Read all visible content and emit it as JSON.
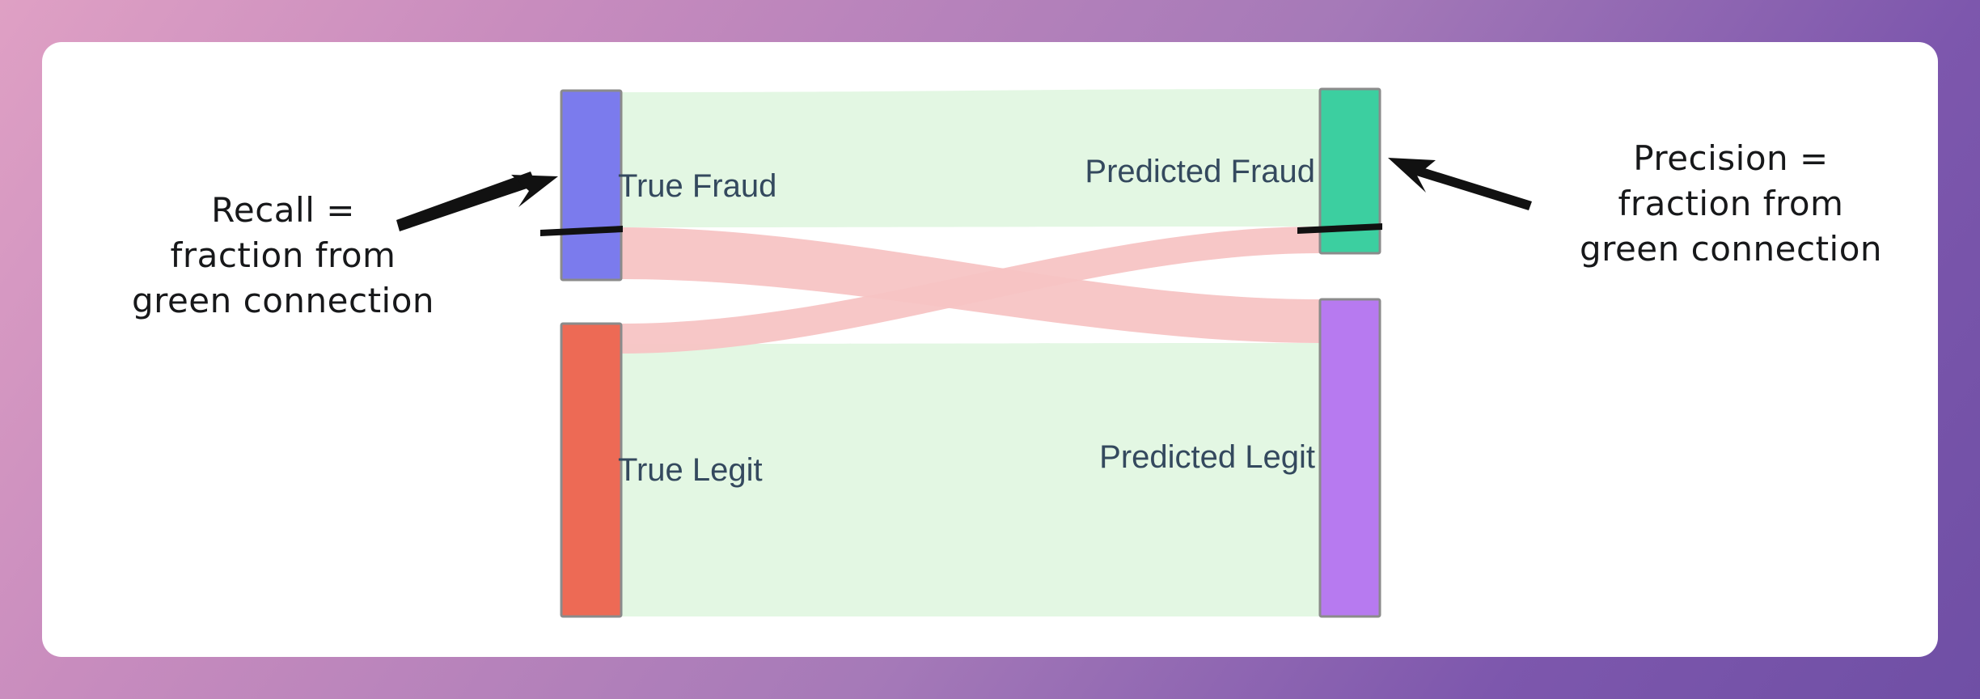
{
  "background": {
    "gradient_from": "#dfa0c4",
    "gradient_to": "#6f4fa5"
  },
  "card": {
    "background": "#ffffff"
  },
  "annotations": {
    "recall": {
      "name": "recall-annotation",
      "text": "Recall =\nfraction from\ngreen connection"
    },
    "precision": {
      "name": "precision-annotation",
      "text": "Precision =\nfraction from\ngreen connection"
    }
  },
  "chart_data": {
    "type": "sankey",
    "title": "",
    "description": "Confusion-matrix Sankey diagram linking true classes to predicted classes",
    "colors": {
      "correct_flow": "#e3f7e3",
      "incorrect_flow": "#f7c4c4",
      "true_fraud": "#7b7bed",
      "true_legit": "#ed6a55",
      "predicted_fraud": "#3ccfa0",
      "predicted_legit": "#b77af0",
      "node_stroke": "#8b8b8b",
      "label_text": "#34495e",
      "marker": "#111111"
    },
    "nodes": [
      {
        "id": "true_fraud",
        "label": "True Fraud",
        "side": "left",
        "color": "#7b7bed",
        "value": 231
      },
      {
        "id": "true_legit",
        "label": "True Legit",
        "side": "left",
        "color": "#ed6a55",
        "value": 362
      },
      {
        "id": "predicted_fraud",
        "label": "Predicted Fraud",
        "side": "right",
        "color": "#3ccfa0",
        "value": 196
      },
      {
        "id": "predicted_legit",
        "label": "Predicted Legit",
        "side": "right",
        "color": "#b77af0",
        "value": 392
      }
    ],
    "links": [
      {
        "source": "true_fraud",
        "target": "predicted_fraud",
        "value": 166,
        "kind": "correct",
        "color": "#e3f7e3"
      },
      {
        "source": "true_fraud",
        "target": "predicted_legit",
        "value": 65,
        "kind": "incorrect",
        "color": "#f7c4c4"
      },
      {
        "source": "true_legit",
        "target": "predicted_fraud",
        "value": 33,
        "kind": "incorrect",
        "color": "#f7c4c4"
      },
      {
        "source": "true_legit",
        "target": "predicted_legit",
        "value": 329,
        "kind": "correct",
        "color": "#e3f7e3"
      }
    ],
    "markers": [
      {
        "id": "recall-marker",
        "attached_to": "true_fraud",
        "meaning": "boundary between correct and incorrect outflow"
      },
      {
        "id": "precision-marker",
        "attached_to": "predicted_fraud",
        "meaning": "boundary between correct and incorrect inflow"
      }
    ],
    "legend": [],
    "grid": false
  }
}
